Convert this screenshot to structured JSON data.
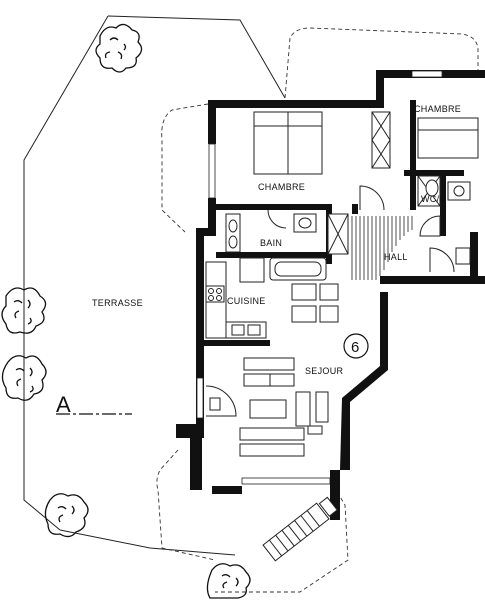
{
  "rooms": {
    "terrasse": "TERRASSE",
    "chambre_1": "CHAMBRE",
    "chambre_2": "CHAMBRE",
    "bain": "BAIN",
    "wc": "WC/D",
    "hall": "HALL",
    "cuisine": "CUISINE",
    "sejour": "SEJOUR"
  },
  "unit_number": "6",
  "section_marker": "A"
}
